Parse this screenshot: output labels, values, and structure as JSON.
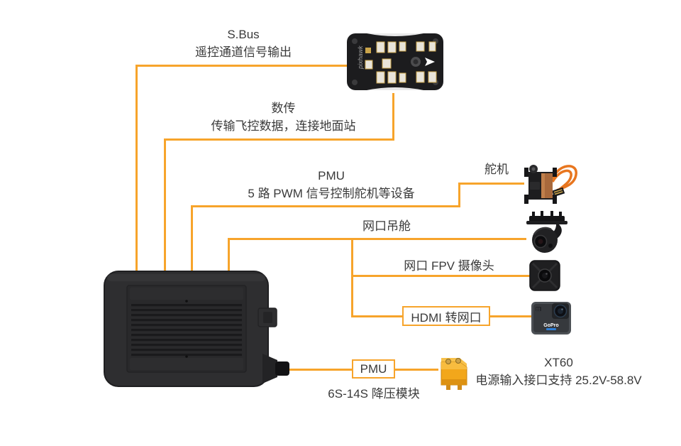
{
  "colors": {
    "accent": "#F7A42B",
    "text": "#3a3a3a",
    "servo_wire": "#E8761F",
    "xt60_body": "#F2A71B"
  },
  "labels": {
    "sbus_title": "S.Bus",
    "sbus_desc": "遥控通道信号输出",
    "telem_title": "数传",
    "telem_desc": "传输飞控数据，连接地面站",
    "pwm_title": "PMU",
    "pwm_desc": "5 路 PWM 信号控制舵机等设备",
    "servo": "舵机",
    "gimbal": "网口吊舱",
    "fpv": "网口 FPV 摄像头",
    "hdmi_box": "HDMI 转网口",
    "pmu_box": "PMU",
    "pmu_desc": "6S-14S 降压模块",
    "xt60_title": "XT60",
    "xt60_desc": "电源输入接口支持 25.2V-58.8V"
  },
  "devices": {
    "flight_controller": "pixhawk-flight-controller",
    "flight_controller_brand": "pixhawk",
    "air_unit": "air-unit-module",
    "servo": "servo-motor",
    "gimbal": "network-gimbal-camera",
    "fpv_camera": "network-fpv-camera",
    "action_camera": "hdmi-action-camera",
    "action_camera_brand": "GoPro",
    "power_connector": "xt60-power-connector"
  }
}
